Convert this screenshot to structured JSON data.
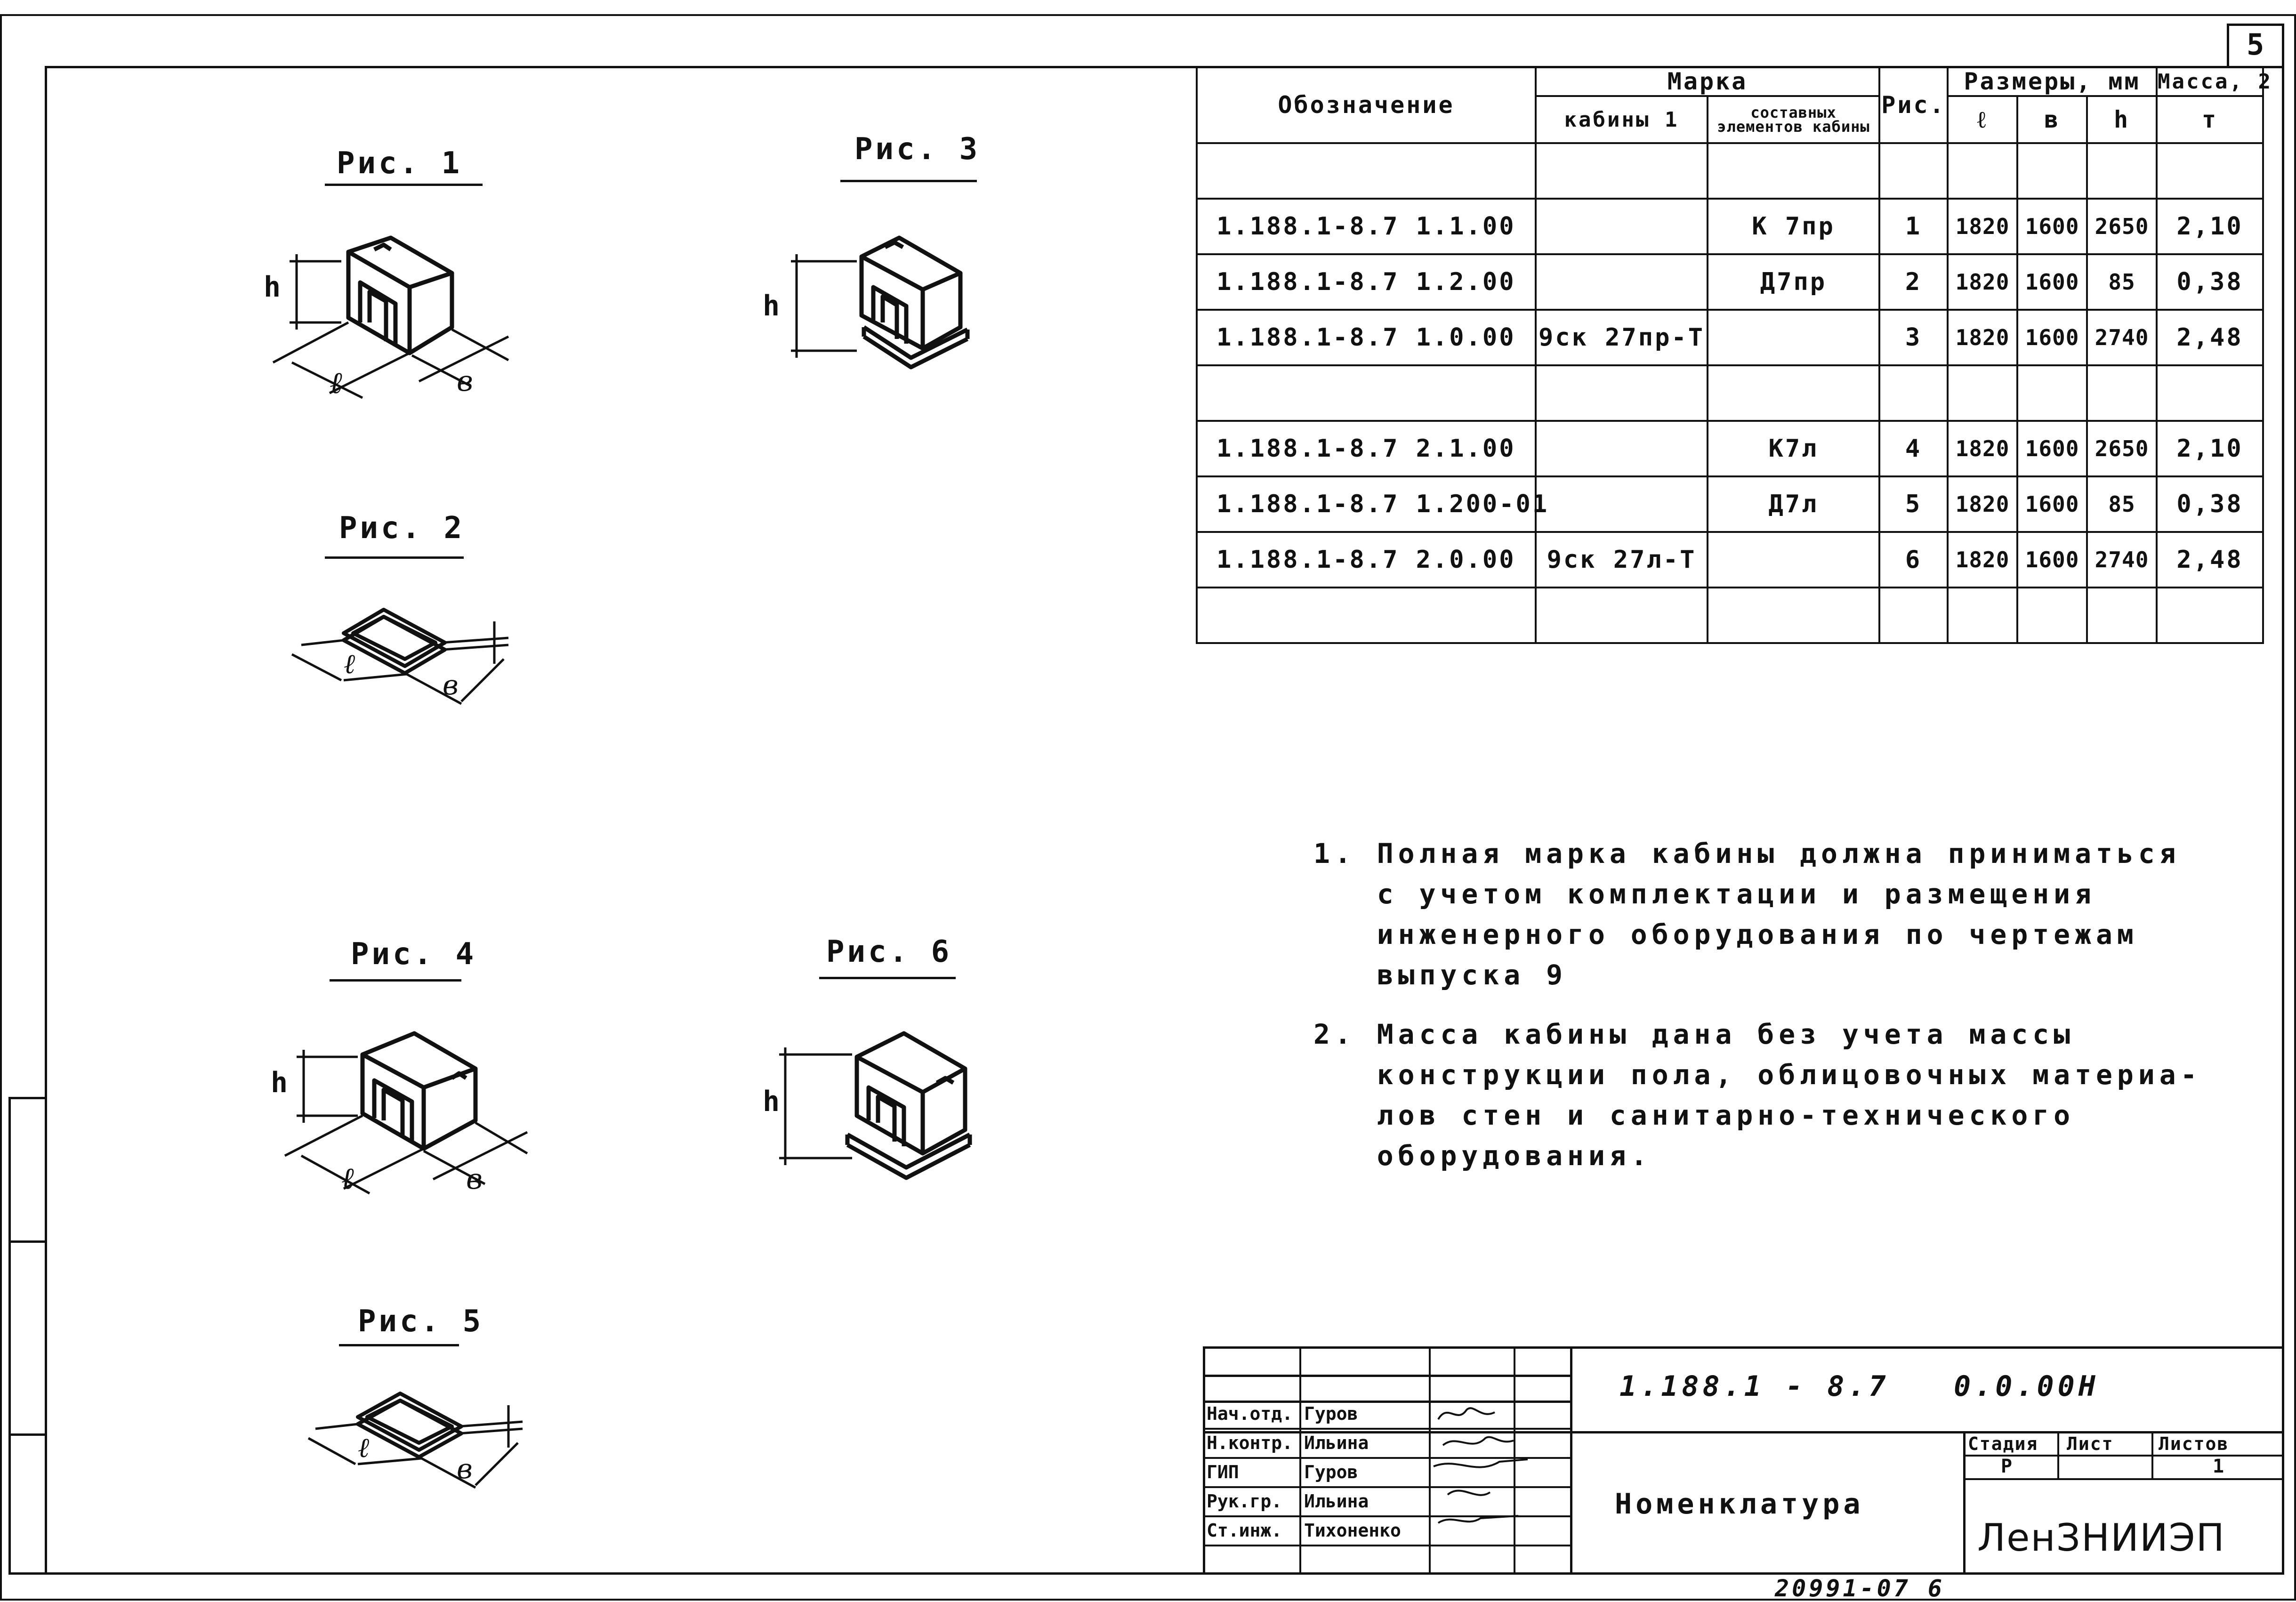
{
  "sheet_number": "5",
  "figures": [
    {
      "label": "Рис. 1"
    },
    {
      "label": "Рис. 2"
    },
    {
      "label": "Рис. 3"
    },
    {
      "label": "Рис. 4"
    },
    {
      "label": "Рис. 5"
    },
    {
      "label": "Рис. 6"
    }
  ],
  "dim_labels": {
    "l": "ℓ",
    "b": "в",
    "h": "h"
  },
  "table": {
    "headers": {
      "designation": "Обозначение",
      "mark": "Марка",
      "cabin": "кабины 1",
      "elements": "составных элементов кабины",
      "fig": "Рис.",
      "sizes": "Размеры, мм",
      "l": "ℓ",
      "b": "в",
      "h": "h",
      "mass": "Масса, 2",
      "mass_unit": "т"
    },
    "rows": [
      {
        "designation": "",
        "cabin": "",
        "element": "",
        "fig": "",
        "l": "",
        "b": "",
        "h": "",
        "mass": ""
      },
      {
        "designation": "1.188.1-8.7  1.1.00",
        "cabin": "",
        "element": "К 7пр",
        "fig": "1",
        "l": "1820",
        "b": "1600",
        "h": "2650",
        "mass": "2,10"
      },
      {
        "designation": "1.188.1-8.7  1.2.00",
        "cabin": "",
        "element": "Д7пр",
        "fig": "2",
        "l": "1820",
        "b": "1600",
        "h": "85",
        "mass": "0,38"
      },
      {
        "designation": "1.188.1-8.7  1.0.00",
        "cabin": "9ск 27пр-Т",
        "element": "",
        "fig": "3",
        "l": "1820",
        "b": "1600",
        "h": "2740",
        "mass": "2,48"
      },
      {
        "designation": "",
        "cabin": "",
        "element": "",
        "fig": "",
        "l": "",
        "b": "",
        "h": "",
        "mass": ""
      },
      {
        "designation": "1.188.1-8.7  2.1.00",
        "cabin": "",
        "element": "К7л",
        "fig": "4",
        "l": "1820",
        "b": "1600",
        "h": "2650",
        "mass": "2,10"
      },
      {
        "designation": "1.188.1-8.7  1.200-01",
        "cabin": "",
        "element": "Д7л",
        "fig": "5",
        "l": "1820",
        "b": "1600",
        "h": "85",
        "mass": "0,38"
      },
      {
        "designation": "1.188.1-8.7  2.0.00",
        "cabin": "9ск 27л-Т",
        "element": "",
        "fig": "6",
        "l": "1820",
        "b": "1600",
        "h": "2740",
        "mass": "2,48"
      },
      {
        "designation": "",
        "cabin": "",
        "element": "",
        "fig": "",
        "l": "",
        "b": "",
        "h": "",
        "mass": ""
      }
    ]
  },
  "notes": [
    {
      "lines": [
        "1. Полная марка кабины должна приниматься",
        "   с учетом комплектации и размещения",
        "   инженерного оборудования по чертежам",
        "   выпуска 9"
      ]
    },
    {
      "lines": [
        "2. Масса кабины дана без учета массы",
        "   конструкции пола, облицовочных материа-",
        "   лов стен и санитарно-технического",
        "   оборудования."
      ]
    }
  ],
  "title_block": {
    "code": "1.188.1  - 8.7",
    "doc_number": "0.0.00Н",
    "name": "Номенклатура",
    "stage_label": "Стадия",
    "sheet_label": "Лист",
    "sheets_label": "Листов",
    "stage": "Р",
    "sheet": "",
    "sheets": "1",
    "org": "ЛенЗНИИЭП",
    "people": [
      {
        "role": "Нач.отд.",
        "name": "Гуров"
      },
      {
        "role": "Н.контр.",
        "name": "Ильина"
      },
      {
        "role": "ГИП",
        "name": "Гуров"
      },
      {
        "role": "Рук.гр.",
        "name": "Ильина"
      },
      {
        "role": "Ст.инж.",
        "name": "Тихоненко"
      }
    ]
  },
  "footer_number": "20991-07 6"
}
